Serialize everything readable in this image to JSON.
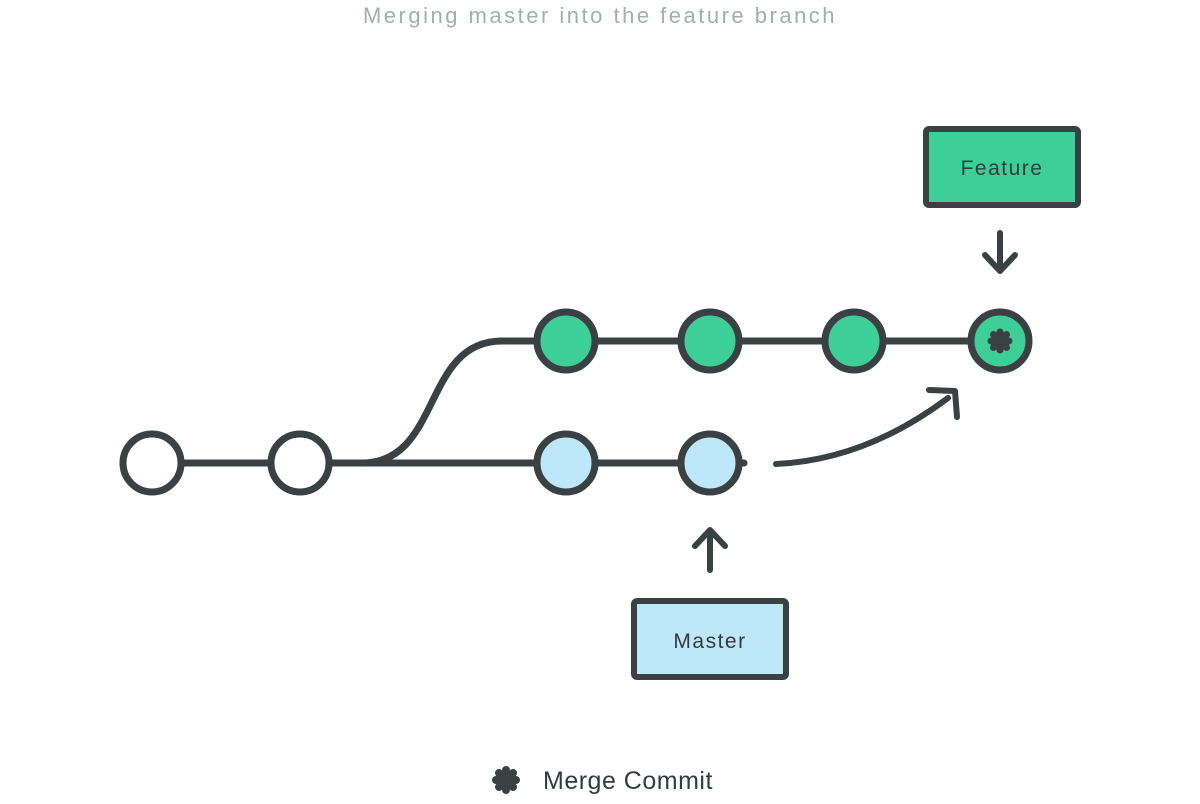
{
  "title": "Merging master into the feature branch",
  "labels": {
    "feature": "Feature",
    "master": "Master"
  },
  "legend": {
    "symbol": "merge-commit-asterisk",
    "label": "Merge Commit"
  },
  "colors": {
    "background": "#ffffff",
    "stroke_dark": "#3b4043",
    "title_gray": "#a8acaf",
    "text_dark": "#343b3e",
    "green": "#3ecf98",
    "blue": "#bee7fa",
    "white": "#ffffff"
  },
  "diagram": {
    "type": "git-graph",
    "description": "Merging master into the feature branch",
    "branches": [
      {
        "name": "feature",
        "label": "Feature",
        "color": "#3ecf98",
        "commits": [
          "commit",
          "commit",
          "commit",
          "merge-commit"
        ]
      },
      {
        "name": "master",
        "label": "Master",
        "color": "#bee7fa",
        "commits": [
          "commit",
          "commit"
        ]
      }
    ],
    "base_commits": 2,
    "merge": {
      "from": "master",
      "into": "feature",
      "marker": "asterisk"
    }
  }
}
